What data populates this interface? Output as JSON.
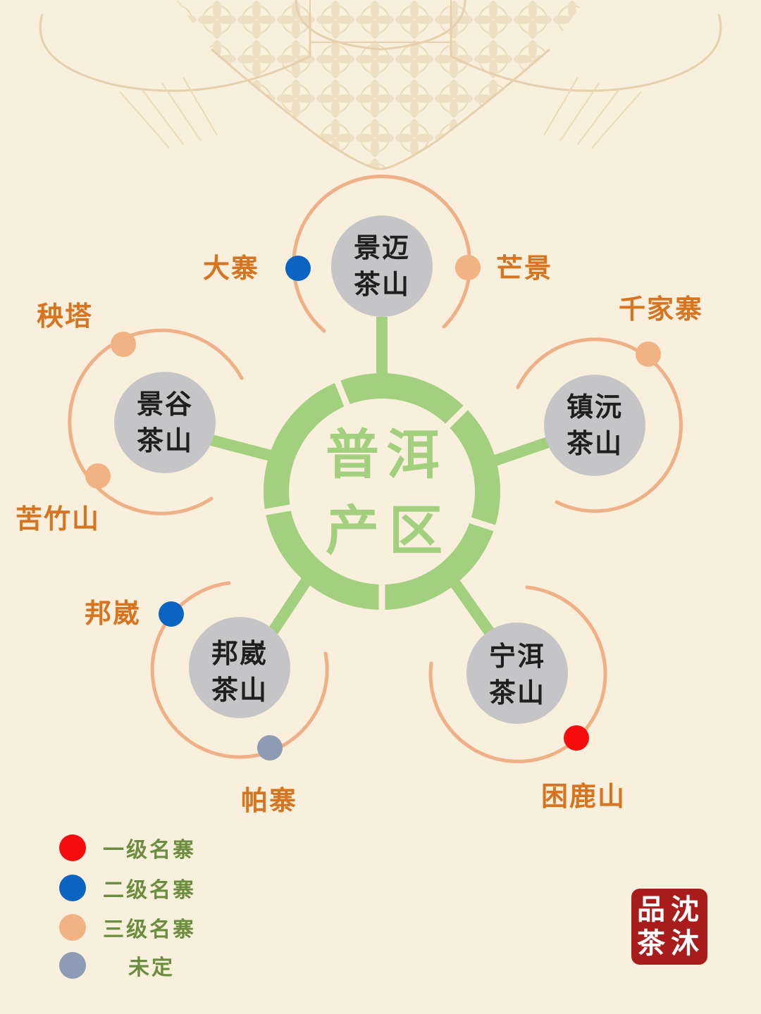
{
  "colors": {
    "background": "#f8efdc",
    "hub_green": "#a3d07e",
    "ring_orange": "#efb087",
    "node_gray": "#c5c5c7",
    "label_orange": "#d6741f",
    "legend_green": "#6b8e3e",
    "tier1_red": "#f50c0c",
    "tier2_blue": "#0c64c2",
    "tier3_peach": "#f1b284",
    "undecided_gray": "#8d9bb4",
    "stamp_red": "#a81c1c"
  },
  "center": {
    "chars": [
      "普",
      "洱",
      "产",
      "区"
    ]
  },
  "mountains": [
    {
      "line1": "景迈",
      "line2": "茶山"
    },
    {
      "line1": "景谷",
      "line2": "茶山"
    },
    {
      "line1": "镇沅",
      "line2": "茶山"
    },
    {
      "line1": "邦崴",
      "line2": "茶山"
    },
    {
      "line1": "宁洱",
      "line2": "茶山"
    }
  ],
  "villages": [
    {
      "name": "大寨",
      "mountain": "景迈茶山",
      "tier": "二级名寨",
      "icon": "blue-dot-icon"
    },
    {
      "name": "芒景",
      "mountain": "景迈茶山",
      "tier": "三级名寨",
      "icon": "peach-dot-icon"
    },
    {
      "name": "秧塔",
      "mountain": "景谷茶山",
      "tier": "三级名寨",
      "icon": "peach-dot-icon"
    },
    {
      "name": "苦竹山",
      "mountain": "景谷茶山",
      "tier": "三级名寨",
      "icon": "peach-dot-icon"
    },
    {
      "name": "千家寨",
      "mountain": "镇沅茶山",
      "tier": "三级名寨",
      "icon": "peach-dot-icon"
    },
    {
      "name": "邦崴",
      "mountain": "邦崴茶山",
      "tier": "二级名寨",
      "icon": "blue-dot-icon"
    },
    {
      "name": "帕寨",
      "mountain": "邦崴茶山",
      "tier": "未定",
      "icon": "gray-dot-icon"
    },
    {
      "name": "困鹿山",
      "mountain": "宁洱茶山",
      "tier": "一级名寨",
      "icon": "red-dot-icon"
    }
  ],
  "legend": [
    {
      "label": "一级名寨",
      "color": "#f50c0c"
    },
    {
      "label": "二级名寨",
      "color": "#0c64c2"
    },
    {
      "label": "三级名寨",
      "color": "#f1b284"
    },
    {
      "label": "未定",
      "color": "#8d9bb4"
    }
  ],
  "stamp": {
    "chars": [
      "品",
      "沈",
      "茶",
      "沐"
    ]
  }
}
